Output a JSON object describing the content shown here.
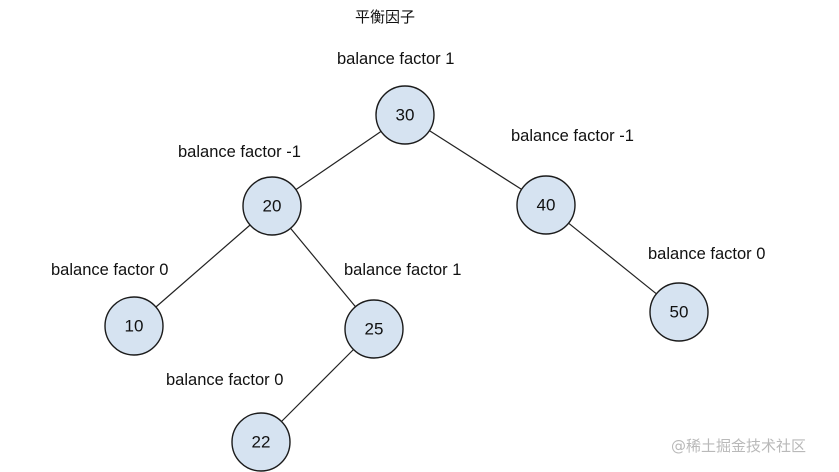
{
  "title": "平衡因子",
  "watermark": "@稀土掘金技术社区",
  "tree": {
    "nodes": [
      {
        "id": "30",
        "label": "30",
        "balance_label": "balance factor 1"
      },
      {
        "id": "20",
        "label": "20",
        "balance_label": "balance factor -1"
      },
      {
        "id": "40",
        "label": "40",
        "balance_label": "balance factor -1"
      },
      {
        "id": "10",
        "label": "10",
        "balance_label": "balance factor 0"
      },
      {
        "id": "25",
        "label": "25",
        "balance_label": "balance factor 1"
      },
      {
        "id": "50",
        "label": "50",
        "balance_label": "balance factor 0"
      },
      {
        "id": "22",
        "label": "22",
        "balance_label": "balance factor 0"
      }
    ],
    "edges": [
      {
        "from": "30",
        "to": "20"
      },
      {
        "from": "30",
        "to": "40"
      },
      {
        "from": "20",
        "to": "10"
      },
      {
        "from": "20",
        "to": "25"
      },
      {
        "from": "40",
        "to": "50"
      },
      {
        "from": "25",
        "to": "22"
      }
    ]
  },
  "colors": {
    "node_fill": "#d6e3f1",
    "node_stroke": "#1b1b1b",
    "edge": "#222222",
    "text": "#111111",
    "watermark": "#b9b9b9"
  }
}
